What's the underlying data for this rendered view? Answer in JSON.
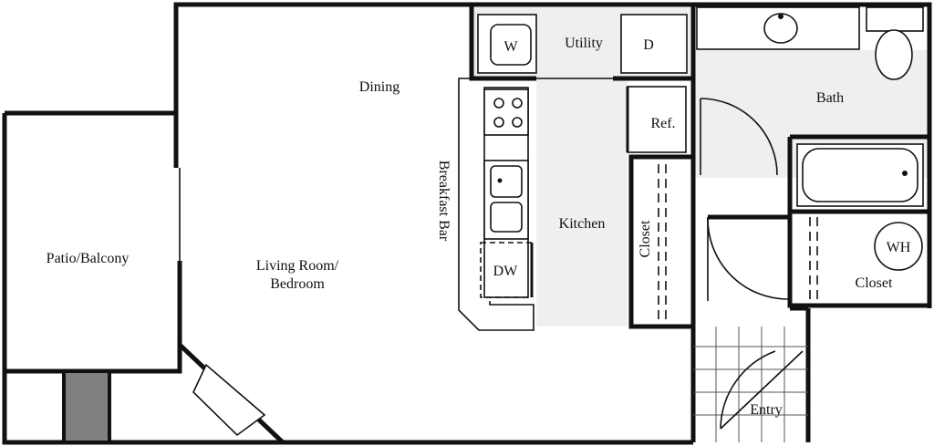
{
  "rooms": {
    "patio": "Patio/Balcony",
    "living_line1": "Living Room/",
    "living_line2": "Bedroom",
    "dining": "Dining",
    "breakfast_bar": "Breakfast Bar",
    "kitchen": "Kitchen",
    "utility": "Utility",
    "bath": "Bath",
    "closet_main": "Closet",
    "closet_bath": "Closet",
    "entry": "Entry"
  },
  "fixtures": {
    "washer": "W",
    "dryer": "D",
    "refrigerator": "Ref.",
    "dishwasher": "DW",
    "water_heater": "WH"
  },
  "colors": {
    "wall": "#111111",
    "floor_tint": "#efefef",
    "column": "#808080"
  },
  "icons": [
    "door-swing-icon",
    "stove-icon",
    "sink-icon",
    "toilet-icon",
    "bathtub-icon",
    "tile-grid-icon"
  ]
}
